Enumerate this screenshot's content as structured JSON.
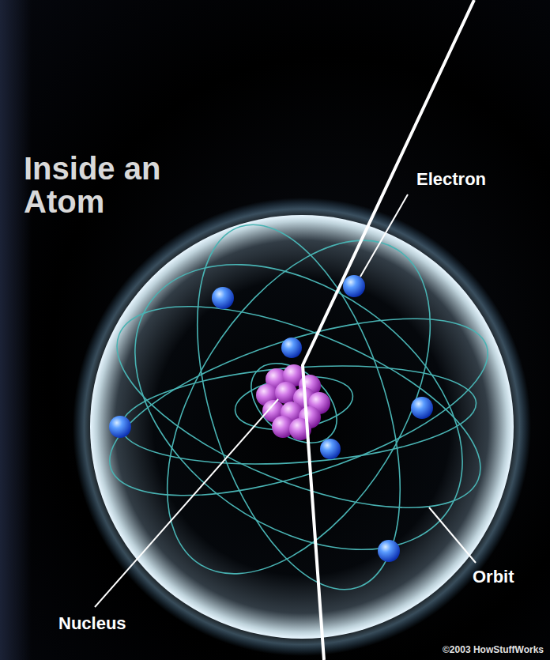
{
  "diagram": {
    "title": "Inside an Atom",
    "labels": [
      "Electron",
      "Orbit",
      "Nucleus",
      "©2003 HowStuffWorks"
    ]
  }
}
